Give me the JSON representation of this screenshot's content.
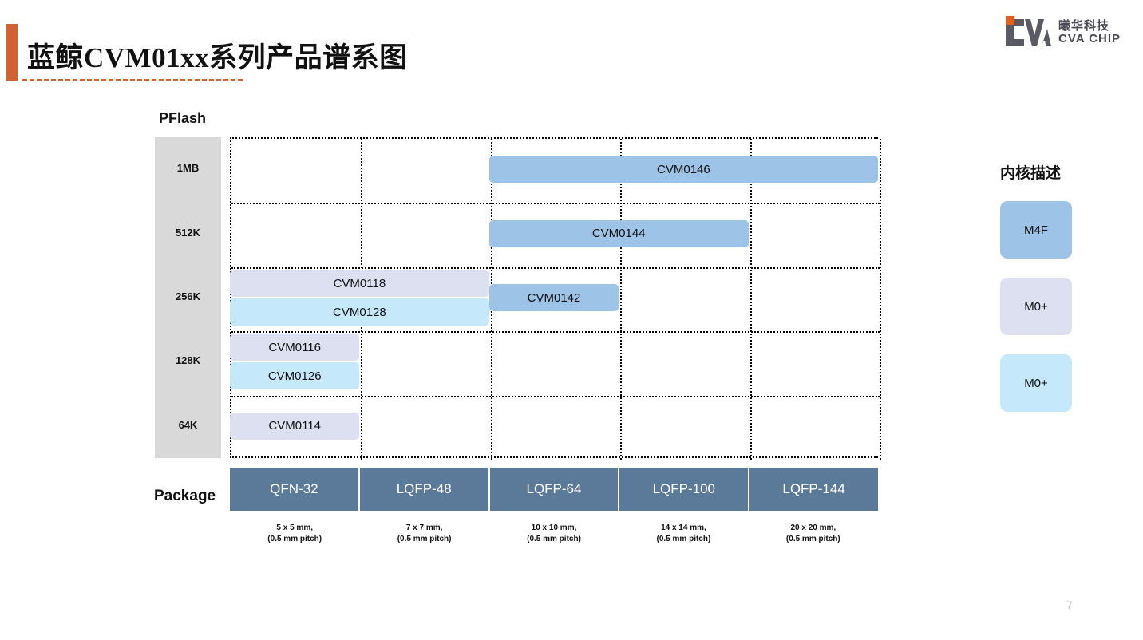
{
  "header": {
    "title": "蓝鲸CVM01xx系列产品谱系图",
    "accent_color": "#D2622F"
  },
  "logo": {
    "company_cn": "曦华科技",
    "company_en": "CVA CHIP",
    "mark_text": "CVA",
    "mark_color": "#5A5A62",
    "square_color": "#E2601E"
  },
  "chart_data": {
    "type": "table",
    "title": "蓝鲸CVM01xx系列产品谱系图",
    "ylabel": "PFlash",
    "xlabel": "Package",
    "ytick_labels": [
      "1MB",
      "512K",
      "256K",
      "128K",
      "64K"
    ],
    "categories": [
      "QFN-32",
      "LQFP-48",
      "LQFP-64",
      "LQFP-100",
      "LQFP-144"
    ],
    "category_details": [
      "5 x 5 mm,\n(0.5 mm pitch)",
      "7 x 7 mm,\n(0.5 mm pitch)",
      "10 x 10 mm,\n(0.5 mm pitch)",
      "14 x 14 mm,\n(0.5 mm pitch)",
      "20 x 20 mm,\n(0.5 mm pitch)"
    ],
    "grid": true,
    "legend_position": "right",
    "products": [
      {
        "name": "CVM0146",
        "flash": "1MB",
        "core": "M4F",
        "col_start": 3,
        "col_end": 5,
        "color": "#9DC3E6"
      },
      {
        "name": "CVM0144",
        "flash": "512K",
        "core": "M4F",
        "col_start": 3,
        "col_end": 4,
        "color": "#9DC3E6"
      },
      {
        "name": "CVM0118",
        "flash": "256K",
        "core": "M0+",
        "col_start": 1,
        "col_end": 2,
        "color": "#DCE0F0"
      },
      {
        "name": "CVM0128",
        "flash": "256K",
        "core": "M0+",
        "col_start": 1,
        "col_end": 2,
        "color": "#C5E8FB"
      },
      {
        "name": "CVM0142",
        "flash": "256K",
        "core": "M4F",
        "col_start": 3,
        "col_end": 3,
        "color": "#9DC3E6"
      },
      {
        "name": "CVM0116",
        "flash": "128K",
        "core": "M0+",
        "col_start": 1,
        "col_end": 1,
        "color": "#DCE0F0"
      },
      {
        "name": "CVM0126",
        "flash": "128K",
        "core": "M0+",
        "col_start": 1,
        "col_end": 1,
        "color": "#C5E8FB"
      },
      {
        "name": "CVM0114",
        "flash": "64K",
        "core": "M0+",
        "col_start": 1,
        "col_end": 1,
        "color": "#DCE0F0"
      }
    ]
  },
  "package_dims": [
    {
      "line1": "5 x 5 mm,",
      "line2": "(0.5 mm pitch)"
    },
    {
      "line1": "7 x 7 mm,",
      "line2": "(0.5 mm pitch)"
    },
    {
      "line1": "10 x 10 mm,",
      "line2": "(0.5 mm pitch)"
    },
    {
      "line1": "14 x 14 mm,",
      "line2": "(0.5 mm pitch)"
    },
    {
      "line1": "20 x 20 mm,",
      "line2": "(0.5 mm pitch)"
    }
  ],
  "axis": {
    "pflash_label": "PFlash",
    "package_label": "Package"
  },
  "legend": {
    "title": "内核描述",
    "items": [
      {
        "label": "M4F",
        "color": "#9DC3E6"
      },
      {
        "label": "M0+",
        "color": "#DCE0F0"
      },
      {
        "label": "M0+",
        "color": "#C5E8FB"
      }
    ]
  },
  "footer": {
    "page_number": "7"
  }
}
